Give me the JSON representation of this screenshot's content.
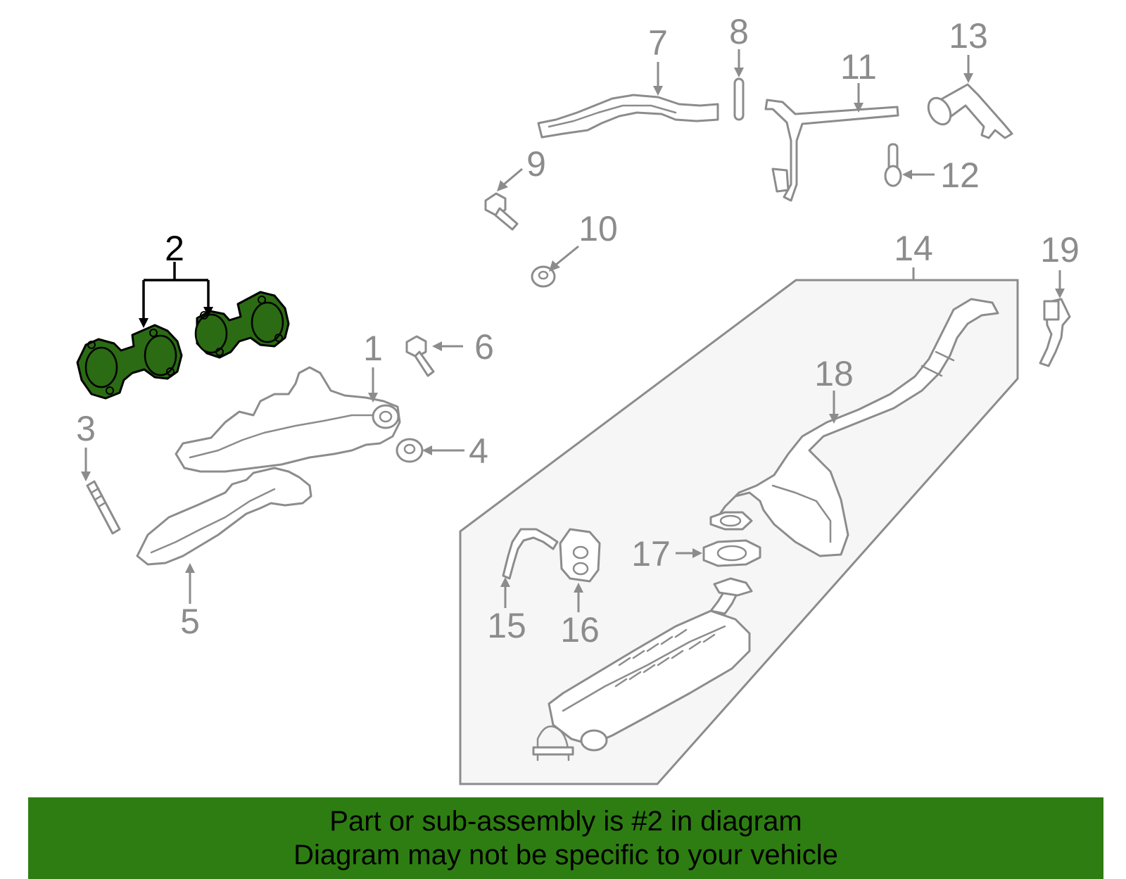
{
  "diagram": {
    "highlight_color": "#2e7d12",
    "highlighted_callout": "2",
    "callouts": {
      "c1": "1",
      "c2": "2",
      "c3": "3",
      "c4": "4",
      "c5": "5",
      "c6": "6",
      "c7": "7",
      "c8": "8",
      "c9": "9",
      "c10": "10",
      "c11": "11",
      "c12": "12",
      "c13": "13",
      "c14": "14",
      "c15": "15",
      "c16": "16",
      "c17": "17",
      "c18": "18",
      "c19": "19"
    }
  },
  "banner": {
    "line1": "Part or sub-assembly is #2 in diagram",
    "line2": "Diagram may not be specific to your vehicle",
    "background": "#2e7d12"
  }
}
